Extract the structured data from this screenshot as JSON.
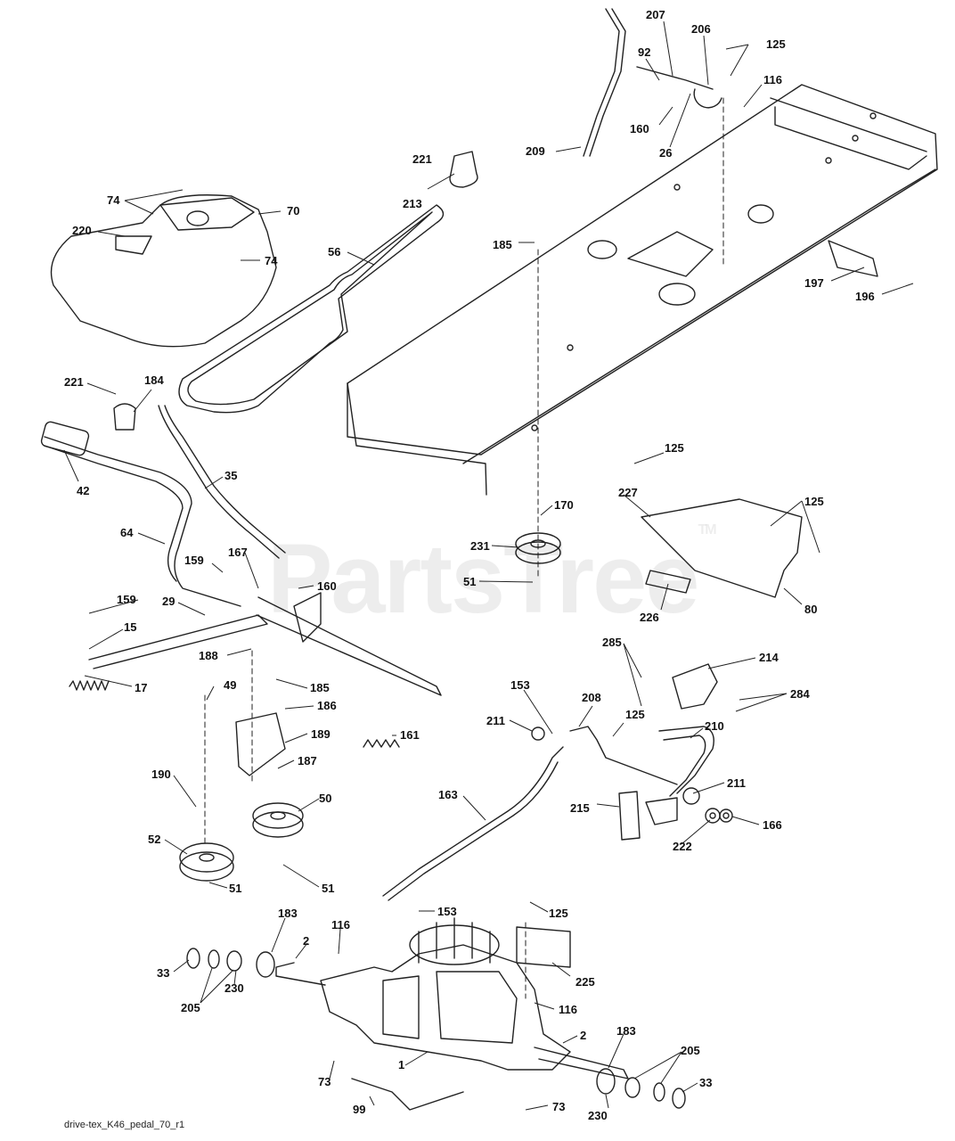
{
  "caption": "drive-tex_K46_pedal_70_r1",
  "watermark": "PartsTree",
  "watermark_mark": "TM",
  "labels": [
    "207",
    "206",
    "125",
    "92",
    "116",
    "160",
    "26",
    "209",
    "221",
    "213",
    "74",
    "70",
    "220",
    "74",
    "56",
    "185",
    "197",
    "196",
    "221",
    "184",
    "42",
    "35",
    "125",
    "227",
    "125",
    "170",
    "231",
    "51",
    "226",
    "80",
    "64",
    "159",
    "167",
    "160",
    "159",
    "29",
    "15",
    "17",
    "188",
    "185",
    "49",
    "186",
    "189",
    "161",
    "187",
    "190",
    "50",
    "52",
    "51",
    "51",
    "285",
    "214",
    "284",
    "153",
    "208",
    "211",
    "125",
    "210",
    "211",
    "215",
    "166",
    "222",
    "163",
    "153",
    "125",
    "183",
    "116",
    "2",
    "33",
    "205",
    "230",
    "225",
    "116",
    "2",
    "183",
    "205",
    "33",
    "1",
    "73",
    "73",
    "99",
    "230"
  ]
}
